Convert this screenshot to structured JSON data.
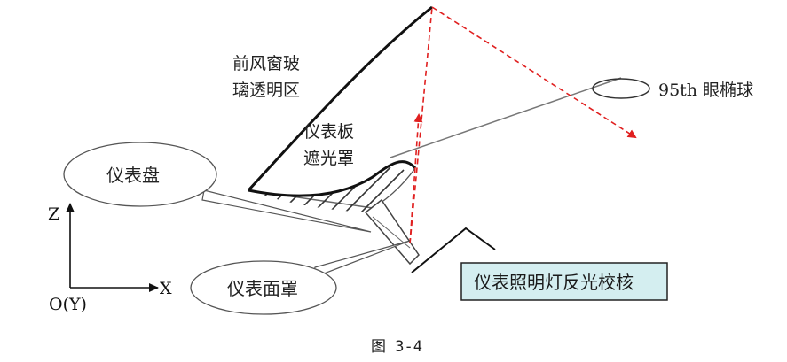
{
  "labels": {
    "windshield_line1": "前风窗玻",
    "windshield_line2": "璃透明区",
    "visor_line1": "仪表板",
    "visor_line2": "遮光罩",
    "eyellipse": "95th 眼椭球",
    "instrument_dial": "仪表盘",
    "instrument_cover": "仪表面罩",
    "check_box": "仪表照明灯反光校核"
  },
  "axes": {
    "z": "Z",
    "x": "X",
    "origin": "O(Y)"
  },
  "caption": "图 3-4",
  "colors": {
    "ray_red": "#e02020",
    "check_box_fill": "#d4eef0",
    "line_gray": "#666666",
    "line_black": "#111111"
  }
}
